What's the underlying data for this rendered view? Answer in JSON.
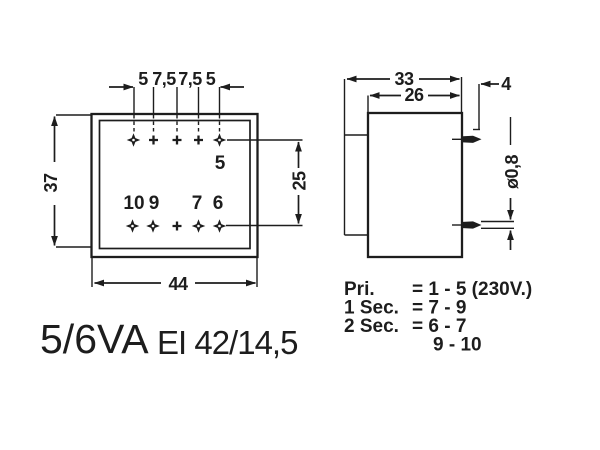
{
  "drawing": {
    "front_view": {
      "pin_pitch_labels": [
        "5",
        "7,5",
        "7,5",
        "5"
      ],
      "height_dim": "37",
      "width_dim": "44",
      "row_spacing_dim": "25",
      "pin5_label": "5",
      "bottom_pin_labels": [
        "10",
        "9",
        "7",
        "6"
      ]
    },
    "side_view": {
      "overall_depth_dim": "33",
      "body_depth_dim": "26",
      "pin_length_dim": "4",
      "pin_diameter_dim": "ø0,8"
    },
    "connections": {
      "rows": [
        {
          "label": "Pri.",
          "value": "= 1 - 5 (230V.)"
        },
        {
          "label": "1 Sec.",
          "value": "= 7 - 9"
        },
        {
          "label": "2 Sec.",
          "value": "= 6 - 7"
        },
        {
          "label": "",
          "value": "9 - 10"
        }
      ]
    },
    "title": {
      "power_rating": "5/6VA",
      "core_type": "EI 42/14,5"
    },
    "colors": {
      "ink": "#1d1d1d",
      "background": "#ffffff"
    }
  }
}
